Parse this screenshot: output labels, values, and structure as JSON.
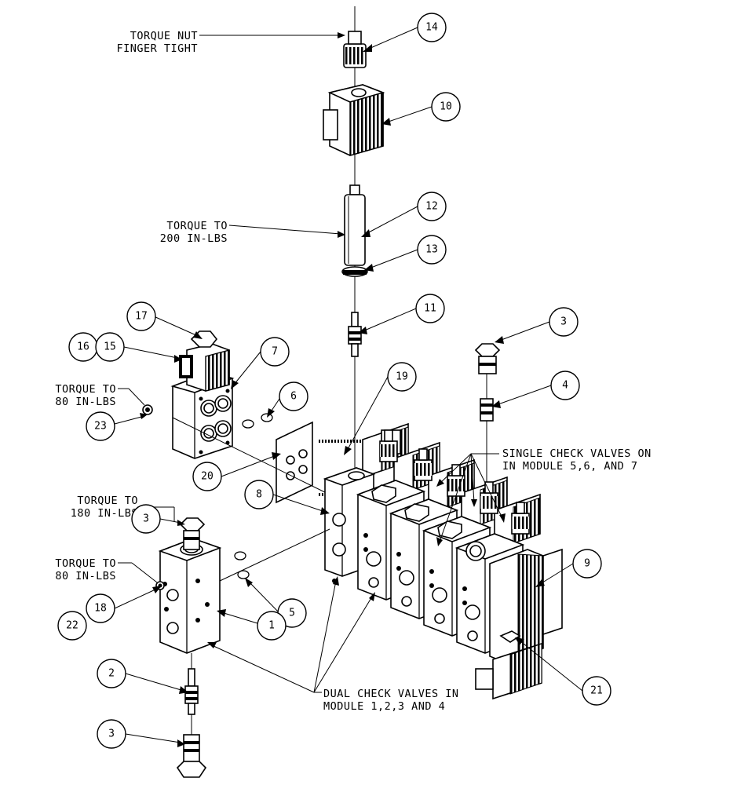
{
  "balloons": [
    "14",
    "10",
    "12",
    "13",
    "11",
    "17",
    "16",
    "15",
    "7",
    "3",
    "4",
    "19",
    "6",
    "23",
    "20",
    "8",
    "3",
    "18",
    "22",
    "5",
    "1",
    "2",
    "3",
    "9",
    "21"
  ],
  "notes": {
    "torque_nut": [
      "TORQUE NUT",
      "FINGER TIGHT"
    ],
    "torque_200": [
      "TORQUE TO",
      "200 IN-LBS"
    ],
    "torque_80_upper": [
      "TORQUE TO",
      "80 IN-LBS"
    ],
    "torque_180": [
      "TORQUE TO",
      "180 IN-LBS"
    ],
    "torque_80_lower": [
      "TORQUE TO",
      "80 IN-LBS"
    ],
    "single_check": [
      "SINGLE CHECK VALVES ON",
      "IN MODULE 5,6, AND 7"
    ],
    "dual_check": [
      "DUAL CHECK VALVES IN",
      "MODULE 1,2,3 AND 4"
    ]
  }
}
